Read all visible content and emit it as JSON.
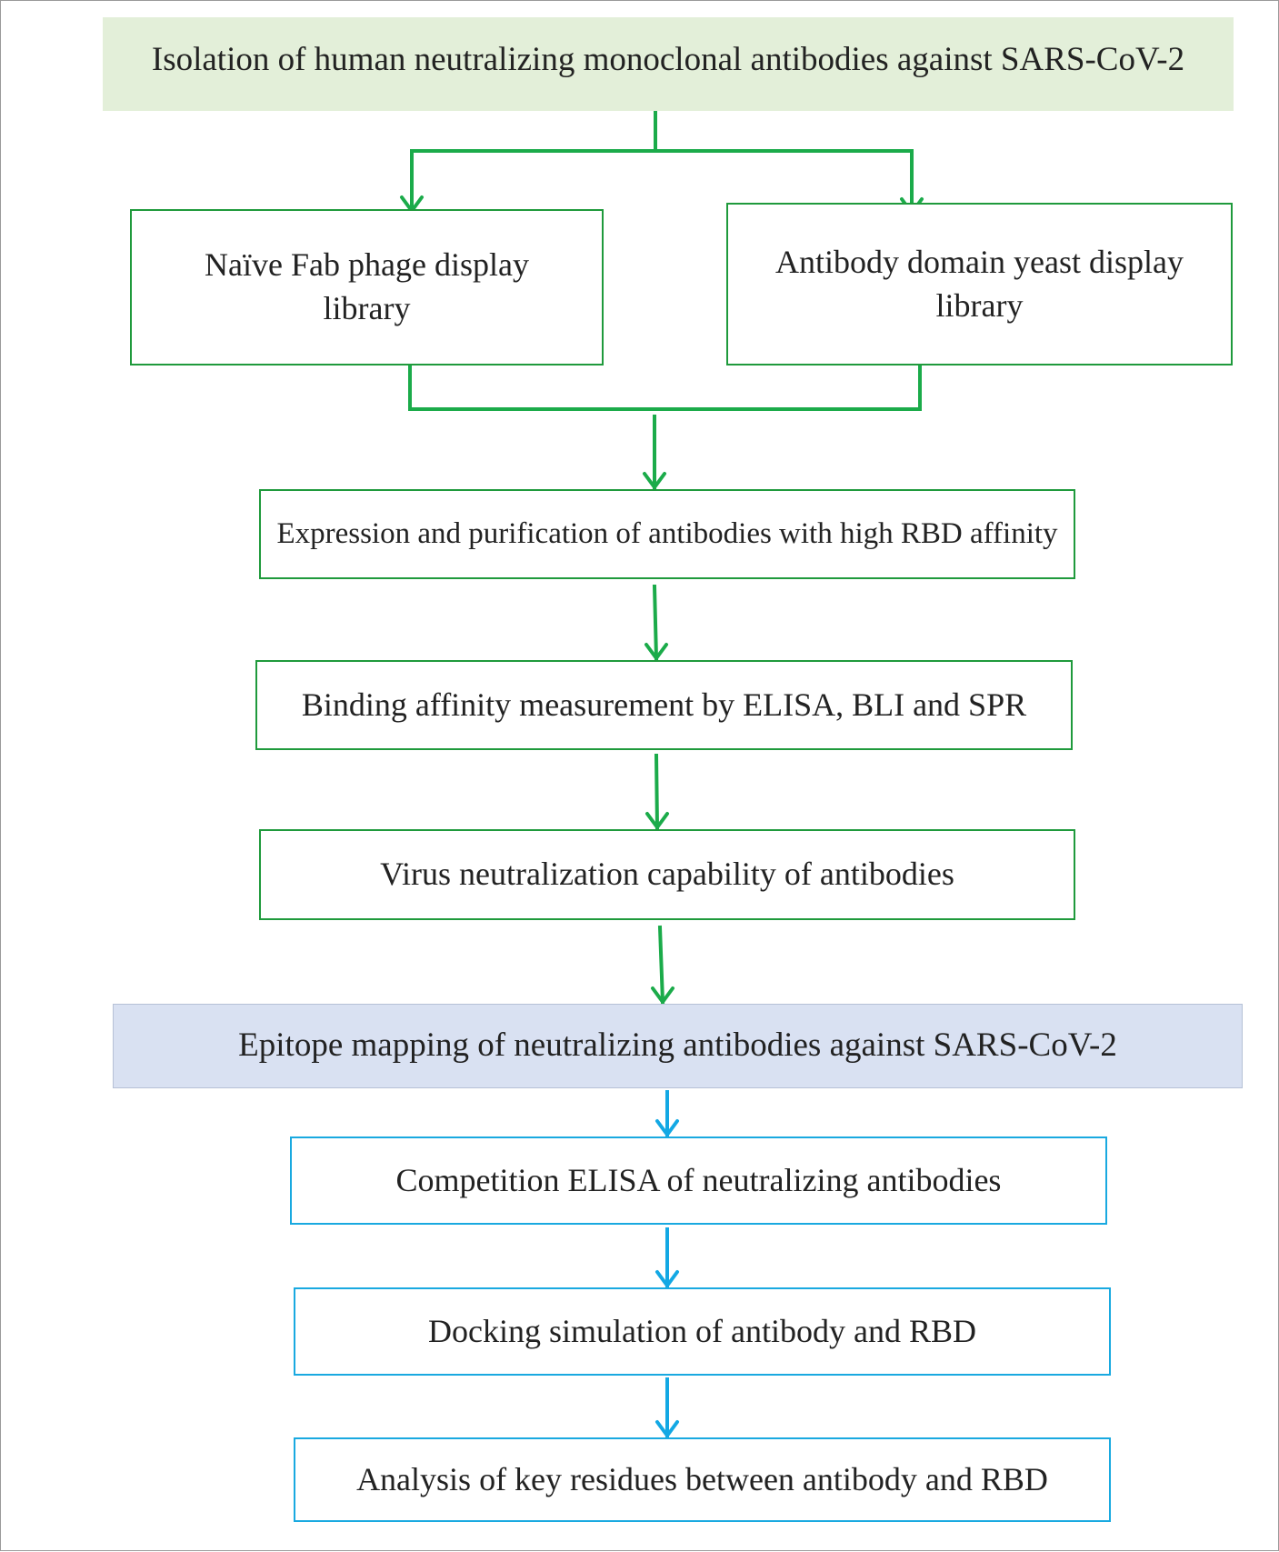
{
  "colors": {
    "green_arrow": "#1bab4a",
    "green_border": "#1f9a3c",
    "blue_arrow": "#13a8e4",
    "blue_border": "#19a9e0",
    "header_green_fill": "#e3efd9",
    "header_blue_fill": "#d9e1f2"
  },
  "stage1": {
    "title": "Isolation of human neutralizing monoclonal antibodies against SARS-CoV-2",
    "branch_left": "Naïve Fab phage display library",
    "branch_right": "Antibody domain yeast display library",
    "step_expression": "Expression and purification of antibodies with high RBD affinity",
    "step_binding": "Binding affinity measurement by ELISA, BLI and SPR",
    "step_neutralization": "Virus neutralization capability of antibodies"
  },
  "stage2": {
    "title": "Epitope mapping of neutralizing antibodies against SARS-CoV-2",
    "step_competition": "Competition ELISA of neutralizing antibodies",
    "step_docking": "Docking simulation of antibody and RBD",
    "step_residues": "Analysis of key residues between antibody and RBD"
  }
}
